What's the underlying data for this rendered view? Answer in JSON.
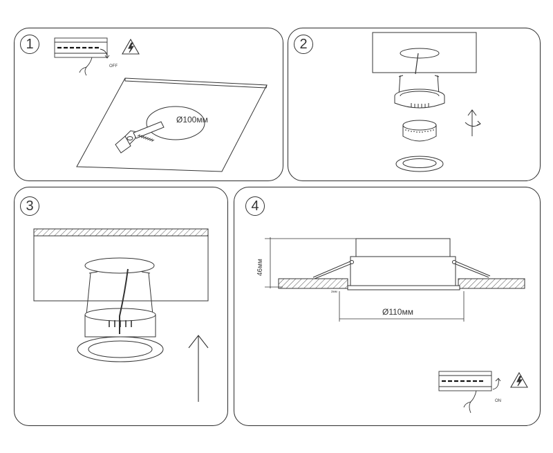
{
  "steps": [
    {
      "number": "1",
      "switch_state": "OFF",
      "dimension": "Ø100мм"
    },
    {
      "number": "2"
    },
    {
      "number": "3"
    },
    {
      "number": "4",
      "height_label": "46мм",
      "diameter_label": "Ø110мм",
      "gap_label": "2мм",
      "switch_state": "ON"
    }
  ],
  "icons": {
    "warning": "high-voltage-warning-icon",
    "switch": "circuit-breaker-icon",
    "saw": "hand-saw-icon",
    "rotate": "rotate-arrow-icon",
    "arrow_up": "arrow-up-icon"
  },
  "colors": {
    "stroke": "#333333",
    "background": "#ffffff",
    "hatch": "#555555"
  }
}
